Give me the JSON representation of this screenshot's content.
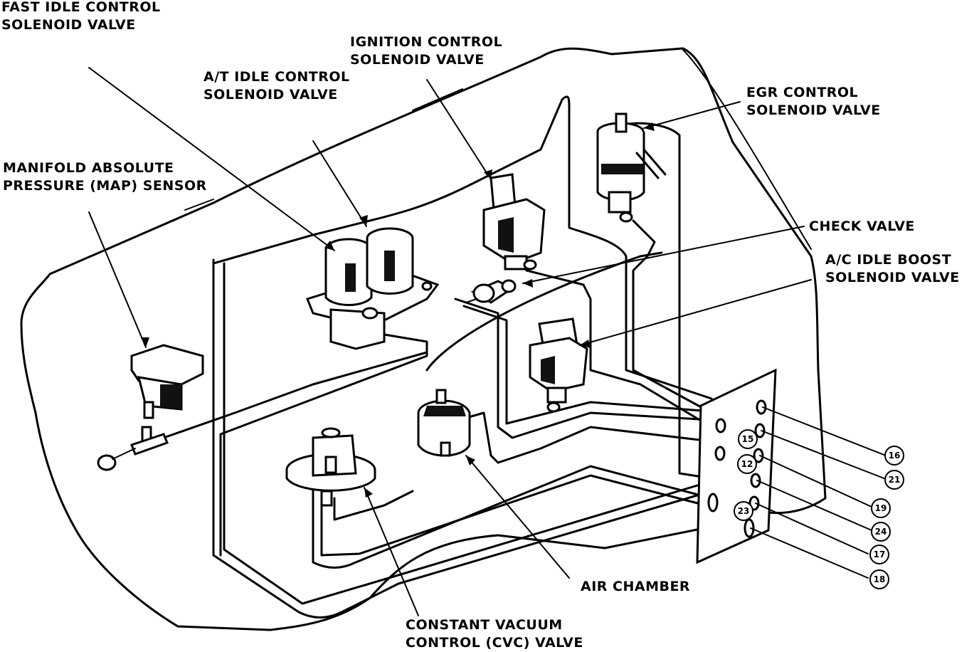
{
  "labels": {
    "fast_idle": [
      "FAST IDLE CONTROL",
      "SOLENOID VALVE"
    ],
    "ignition": [
      "IGNITION CONTROL",
      "SOLENOID VALVE"
    ],
    "at_idle": [
      "A/T IDLE CONTROL",
      "SOLENOID VALVE"
    ],
    "egr": [
      "EGR CONTROL",
      "SOLENOID VALVE"
    ],
    "map_sensor": [
      "MANIFOLD ABSOLUTE",
      "PRESSURE (MAP) SENSOR"
    ],
    "check_valve": [
      "CHECK VALVE"
    ],
    "ac_idle": [
      "A/C IDLE BOOST",
      "SOLENOID VALVE"
    ],
    "air_chamber": [
      "AIR CHAMBER"
    ],
    "cvc": [
      "CONSTANT VACUUM",
      "CONTROL (CVC) VALVE"
    ]
  },
  "port_numbers": {
    "panel": [
      "15",
      "12",
      "23"
    ],
    "right": [
      "16",
      "21",
      "19",
      "24",
      "17",
      "18"
    ]
  }
}
